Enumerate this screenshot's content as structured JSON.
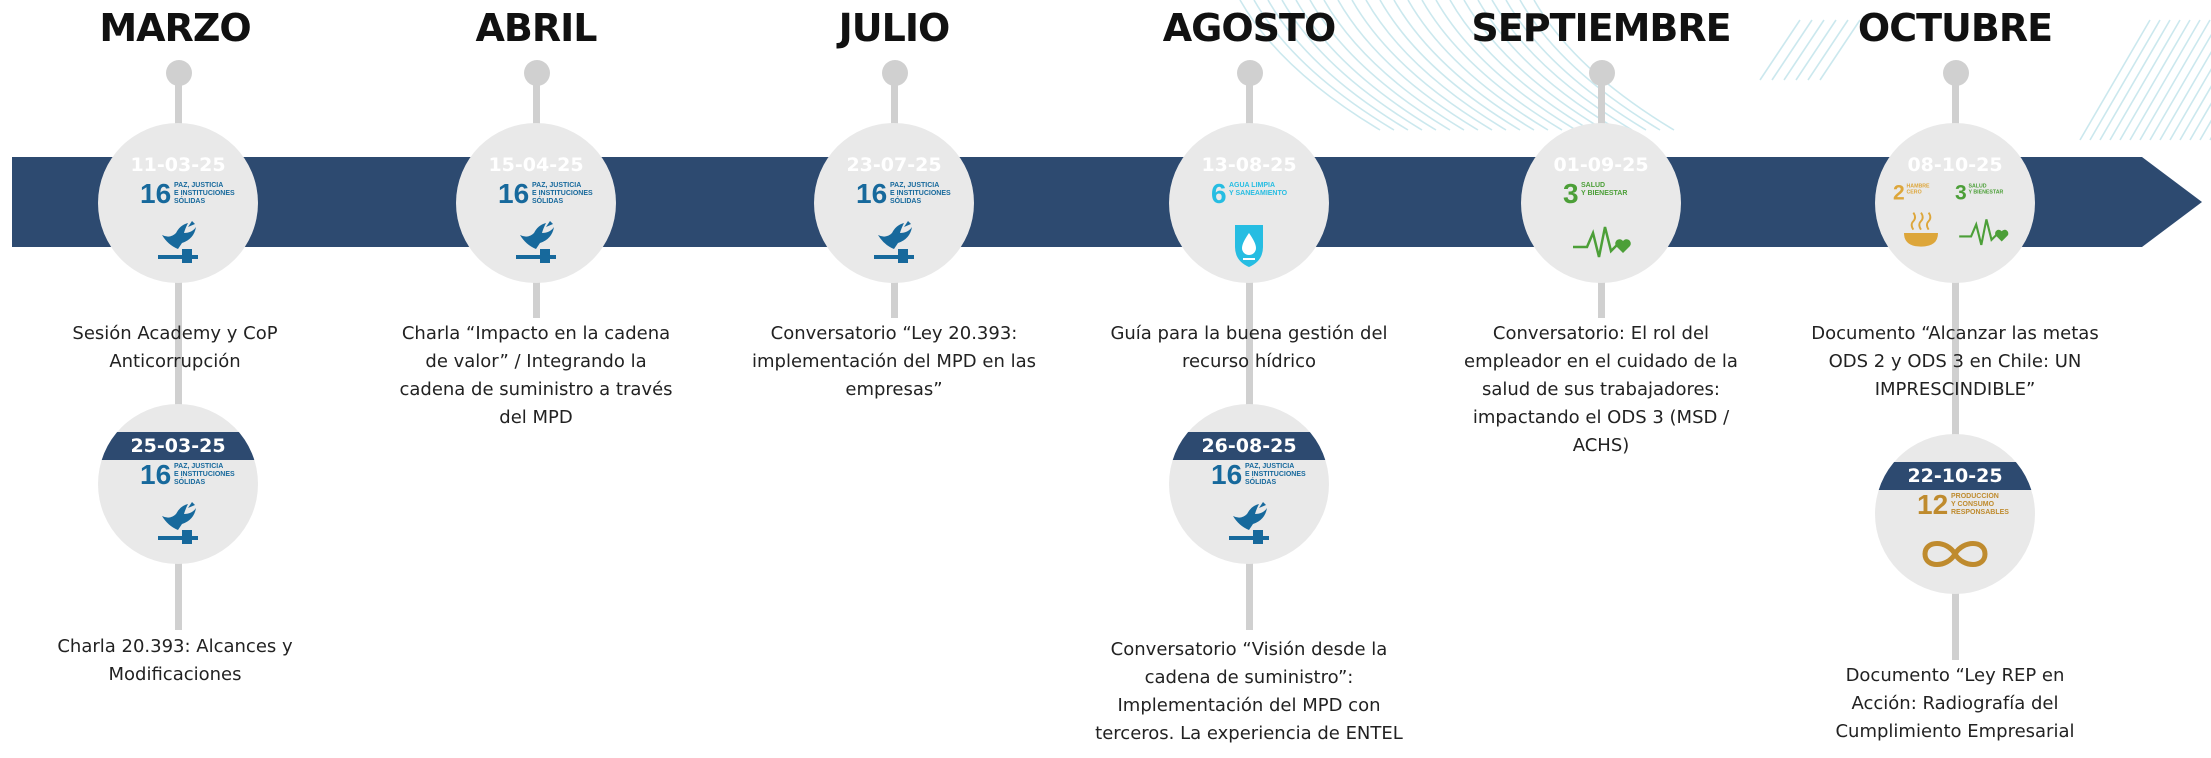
{
  "months": [
    "MARZO",
    "ABRIL",
    "JULIO",
    "AGOSTO",
    "SEPTIEMBRE",
    "OCTUBRE"
  ],
  "events": [
    {
      "date": "11-03-25",
      "sdg": [
        {
          "num": "16",
          "label": [
            "PAZ, JUSTICIA",
            "E INSTITUCIONES",
            "SÓLIDAS"
          ],
          "icon": "dove-gavel-icon",
          "color": "#17699c"
        }
      ],
      "description": "Sesión Academy y CoP Anticorrupción"
    },
    {
      "date": "25-03-25",
      "sdg": [
        {
          "num": "16",
          "label": [
            "PAZ, JUSTICIA",
            "E INSTITUCIONES",
            "SÓLIDAS"
          ],
          "icon": "dove-gavel-icon",
          "color": "#17699c"
        }
      ],
      "description": "Charla 20.393: Alcances y Modificaciones"
    },
    {
      "date": "15-04-25",
      "sdg": [
        {
          "num": "16",
          "label": [
            "PAZ, JUSTICIA",
            "E INSTITUCIONES",
            "SÓLIDAS"
          ],
          "icon": "dove-gavel-icon",
          "color": "#17699c"
        }
      ],
      "description": "Charla “Impacto en la cadena de valor” / Integrando la cadena de suministro a través del MPD"
    },
    {
      "date": "23-07-25",
      "sdg": [
        {
          "num": "16",
          "label": [
            "PAZ, JUSTICIA",
            "E INSTITUCIONES",
            "SÓLIDAS"
          ],
          "icon": "dove-gavel-icon",
          "color": "#17699c"
        }
      ],
      "description": "Conversatorio “Ley 20.393: implementación del MPD en las empresas”"
    },
    {
      "date": "13-08-25",
      "sdg": [
        {
          "num": "6",
          "label": [
            "AGUA LIMPIA",
            "Y SANEAMIENTO"
          ],
          "icon": "water-drop-icon",
          "color": "#26bde2"
        }
      ],
      "description": "Guía para la buena gestión del recurso hídrico"
    },
    {
      "date": "26-08-25",
      "sdg": [
        {
          "num": "16",
          "label": [
            "PAZ, JUSTICIA",
            "E INSTITUCIONES",
            "SÓLIDAS"
          ],
          "icon": "dove-gavel-icon",
          "color": "#17699c"
        }
      ],
      "description": "Conversatorio “Visión desde la cadena de suministro”: Implementación del MPD con terceros. La experiencia de ENTEL"
    },
    {
      "date": "01-09-25",
      "sdg": [
        {
          "num": "3",
          "label": [
            "SALUD",
            "Y BIENESTAR"
          ],
          "icon": "heartbeat-icon",
          "color": "#4c9f38"
        }
      ],
      "description": "Conversatorio: El rol del empleador en el cuidado de la salud de sus trabajadores: impactando el ODS 3 (MSD / ACHS)"
    },
    {
      "date": "08-10-25",
      "sdg": [
        {
          "num": "2",
          "label": [
            "HAMBRE",
            "CERO"
          ],
          "icon": "food-bowl-icon",
          "color": "#dda63a"
        },
        {
          "num": "3",
          "label": [
            "SALUD",
            "Y BIENESTAR"
          ],
          "icon": "heartbeat-icon",
          "color": "#4c9f38"
        }
      ],
      "description": "Documento “Alcanzar las metas ODS 2 y ODS 3 en Chile: UN IMPRESCINDIBLE”"
    },
    {
      "date": "22-10-25",
      "sdg": [
        {
          "num": "12",
          "label": [
            "PRODUCCIÓN",
            "Y CONSUMO",
            "RESPONSABLES"
          ],
          "icon": "infinity-icon",
          "color": "#bf8b2e"
        }
      ],
      "description": "Documento “Ley REP en Acción: Radiografía del Cumplimiento Empresarial"
    }
  ],
  "colors": {
    "band": "#2d4a70",
    "arrow": "#2d4a70",
    "stem": "#d0d0d0",
    "node": "#e9e9e9"
  }
}
